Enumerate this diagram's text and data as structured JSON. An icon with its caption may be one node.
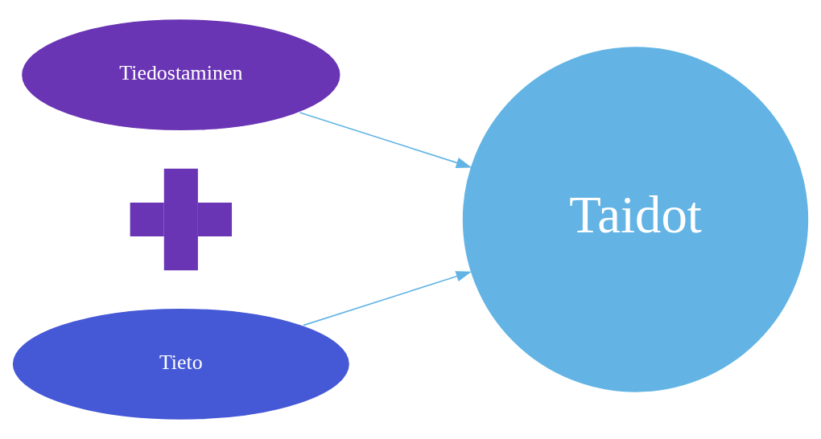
{
  "diagram": {
    "nodes": [
      {
        "text": [
          "Tiedostaminen"
        ]
      },
      {
        "text": [],
        "shape": "plus"
      },
      {
        "text": [
          "Tieto"
        ]
      },
      {
        "text": [
          "Taidot"
        ]
      }
    ],
    "edges": [
      {
        "from": 0,
        "to": 3,
        "arrow": "to"
      },
      {
        "from": 2,
        "to": 3,
        "arrow": "to"
      }
    ]
  }
}
